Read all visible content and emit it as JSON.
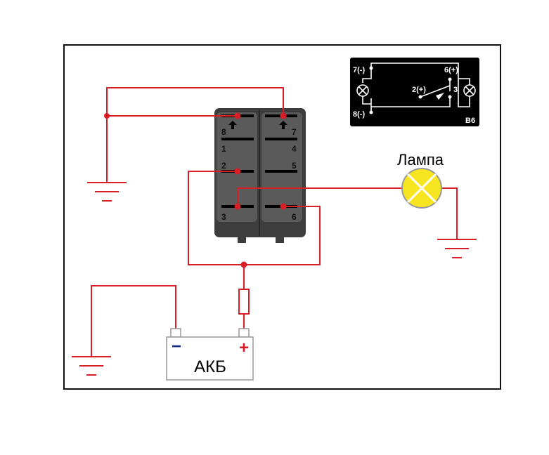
{
  "lamp": {
    "label": "Лампа"
  },
  "battery": {
    "label": "АКБ",
    "minus": "−",
    "plus": "+"
  },
  "switch_pins": {
    "p8": "8",
    "p7": "7",
    "p1": "1",
    "p4": "4",
    "p2": "2",
    "p5": "5",
    "p3": "3",
    "p6": "6"
  },
  "inset": {
    "p7": "7(-)",
    "p6": "6(+)",
    "p2": "2(+)",
    "p3": "3",
    "p8": "8(-)",
    "model": "B6"
  },
  "colors": {
    "wire": "#d81e27",
    "switch_body": "#3d3d3d",
    "lamp_fill": "#f7e51f",
    "inset_bg": "#000000"
  }
}
